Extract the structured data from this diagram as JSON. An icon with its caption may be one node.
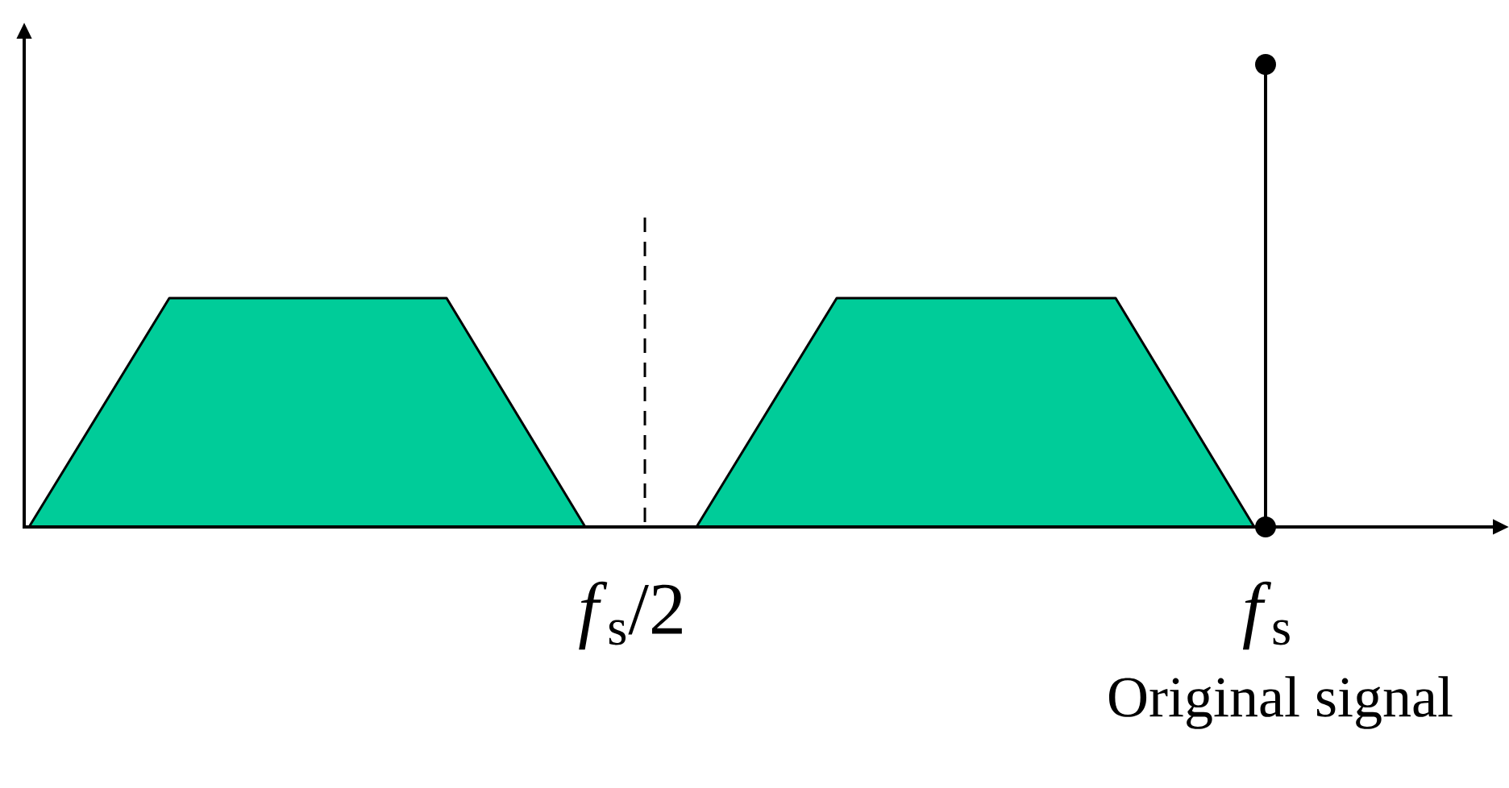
{
  "diagram": {
    "labels": [
      "*f*$_{s}$/2",
      "*f*$_{s}$",
      "Original signal"
    ]
  }
}
